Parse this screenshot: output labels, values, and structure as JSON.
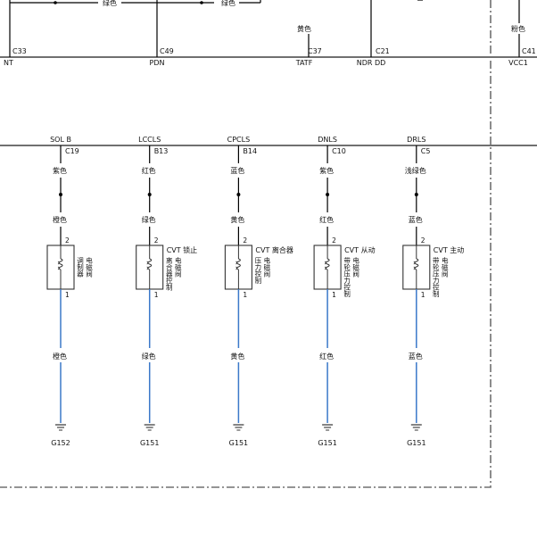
{
  "top_wire_labels": [
    "绿色",
    "绿色"
  ],
  "top_pins": [
    {
      "id": "top-pin-nt",
      "connector": "C33",
      "signal": "NT"
    },
    {
      "id": "top-pin-pdn",
      "connector": "C49",
      "signal": "PDN"
    },
    {
      "id": "top-pin-tatf",
      "connector": "C37",
      "signal": "TATF",
      "wire_color": "黄色"
    },
    {
      "id": "top-pin-ndr-dd",
      "connector": "C21",
      "signal": "NDR DD"
    },
    {
      "id": "top-pin-vcc1",
      "connector": "C41",
      "signal": "VCC1",
      "wire_color": "粉色"
    }
  ],
  "solenoids": [
    {
      "signal": "SOL B",
      "connector": "C19",
      "wire_upper_a": "紫色",
      "wire_upper_b": "橙色",
      "pin_top": "2",
      "pin_bottom": "1",
      "label_lines": [
        "",
        "调制器",
        "电磁阀"
      ],
      "wire_lower": "橙色",
      "ground": "G152"
    },
    {
      "signal": "LCCLS",
      "connector": "B13",
      "wire_upper_a": "红色",
      "wire_upper_b": "绿色",
      "pin_top": "2",
      "pin_bottom": "1",
      "label_lines": [
        "CVT 锁止",
        "离合器控制",
        "电磁阀"
      ],
      "wire_lower": "绿色",
      "ground": "G151"
    },
    {
      "signal": "CPCLS",
      "connector": "B14",
      "wire_upper_a": "蓝色",
      "wire_upper_b": "黄色",
      "pin_top": "2",
      "pin_bottom": "1",
      "label_lines": [
        "CVT 离合器",
        "压力控制",
        "电磁阀"
      ],
      "wire_lower": "黄色",
      "ground": "G151"
    },
    {
      "signal": "DNLS",
      "connector": "C10",
      "wire_upper_a": "紫色",
      "wire_upper_b": "红色",
      "pin_top": "2",
      "pin_bottom": "1",
      "label_lines": [
        "CVT 从动",
        "带轮压力控制",
        "电磁阀"
      ],
      "wire_lower": "红色",
      "ground": "G151"
    },
    {
      "signal": "DRLS",
      "connector": "C5",
      "wire_upper_a": "浅绿色",
      "wire_upper_b": "蓝色",
      "pin_top": "2",
      "pin_bottom": "1",
      "label_lines": [
        "CVT 主动",
        "带轮压力控制",
        "电磁阀"
      ],
      "wire_lower": "蓝色",
      "ground": "G151"
    }
  ],
  "colors": {
    "wire": "#000000",
    "blue_wire": "#3a78c9",
    "bus": "#707070",
    "dash_border": "#707070"
  }
}
